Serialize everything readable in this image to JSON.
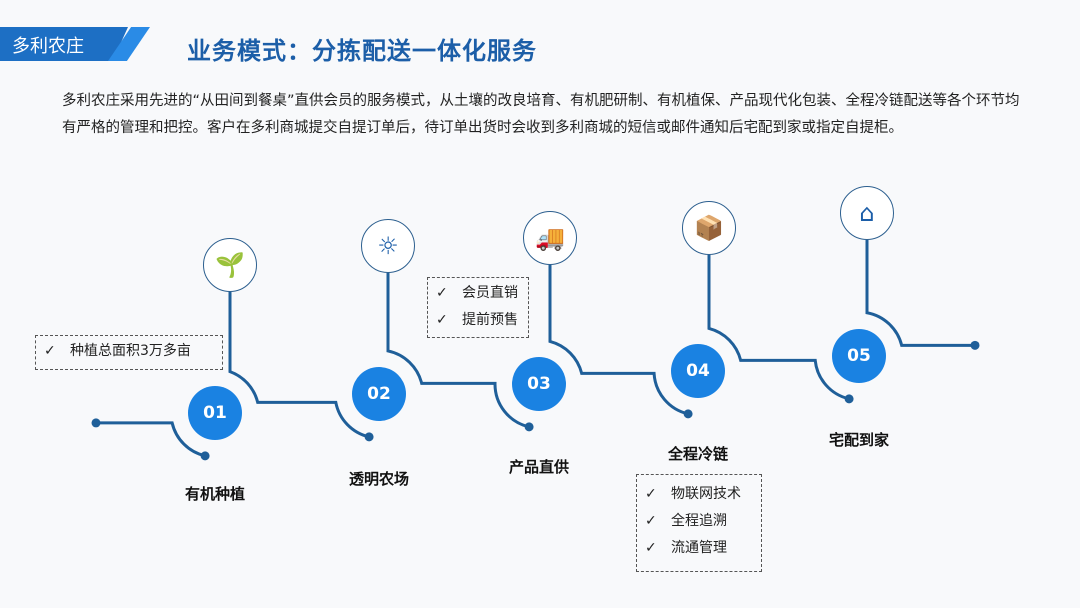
{
  "header": {
    "brand": "多利农庄",
    "title": "业务模式：分拣配送一体化服务"
  },
  "intro": "多利农庄采用先进的“从田间到餐桌”直供会员的服务模式，从土壤的改良培育、有机肥研制、有机植保、产品现代化包装、全程冷链配送等各个环节均有严格的管理和把控。客户在多利商城提交自提订单后，待订单出货时会收到多利商城的短信或邮件通知后宅配到家或指定自提柜。",
  "steps": [
    {
      "num": "01",
      "label": "有机种植",
      "icon": "sprout-icon",
      "glyph": "🌱"
    },
    {
      "num": "02",
      "label": "透明农场",
      "icon": "sun-waves-icon",
      "glyph": "☼"
    },
    {
      "num": "03",
      "label": "产品直供",
      "icon": "truck-icon",
      "glyph": "🚚"
    },
    {
      "num": "04",
      "label": "全程冷链",
      "icon": "box-icon",
      "glyph": "📦"
    },
    {
      "num": "05",
      "label": "宅配到家",
      "icon": "house-icon",
      "glyph": "⌂"
    }
  ],
  "notes": [
    {
      "items": [
        "种植总面积3万多亩"
      ]
    },
    {
      "items": [
        "会员直销",
        "提前预售"
      ]
    },
    {
      "items": [
        "物联网技术",
        "全程追溯",
        "流通管理"
      ]
    }
  ],
  "check": "✓",
  "colors": {
    "line": "#1f5f99",
    "node": "#1a82e2"
  }
}
